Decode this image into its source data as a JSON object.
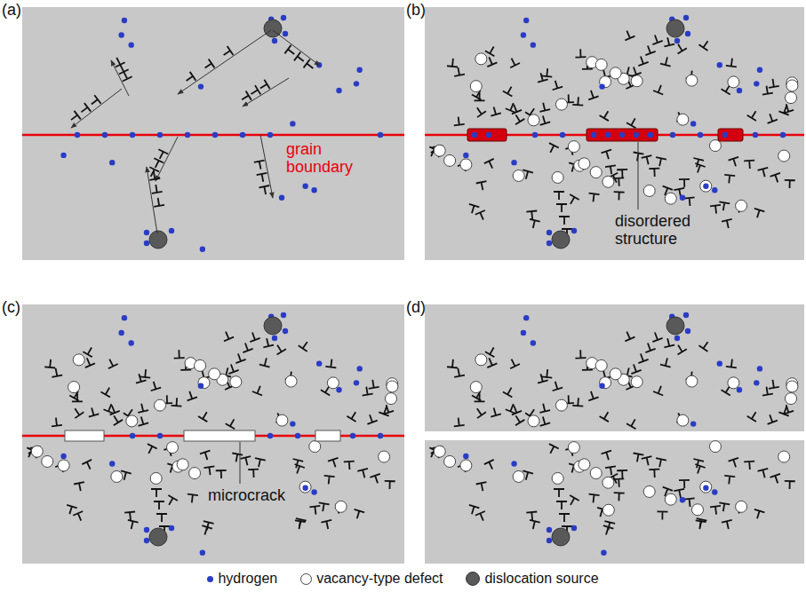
{
  "diagram": {
    "labels": [
      "(a)",
      "grain boundary",
      "(b)",
      "disordered structure",
      "(c)",
      "microcrack",
      "(d)"
    ],
    "legend": [
      {
        "text": "hydrogen",
        "color": "#2a3cc4"
      },
      {
        "text": "vacancy-type defect"
      },
      {
        "text": "dislocation source",
        "color": "#595959"
      }
    ]
  }
}
